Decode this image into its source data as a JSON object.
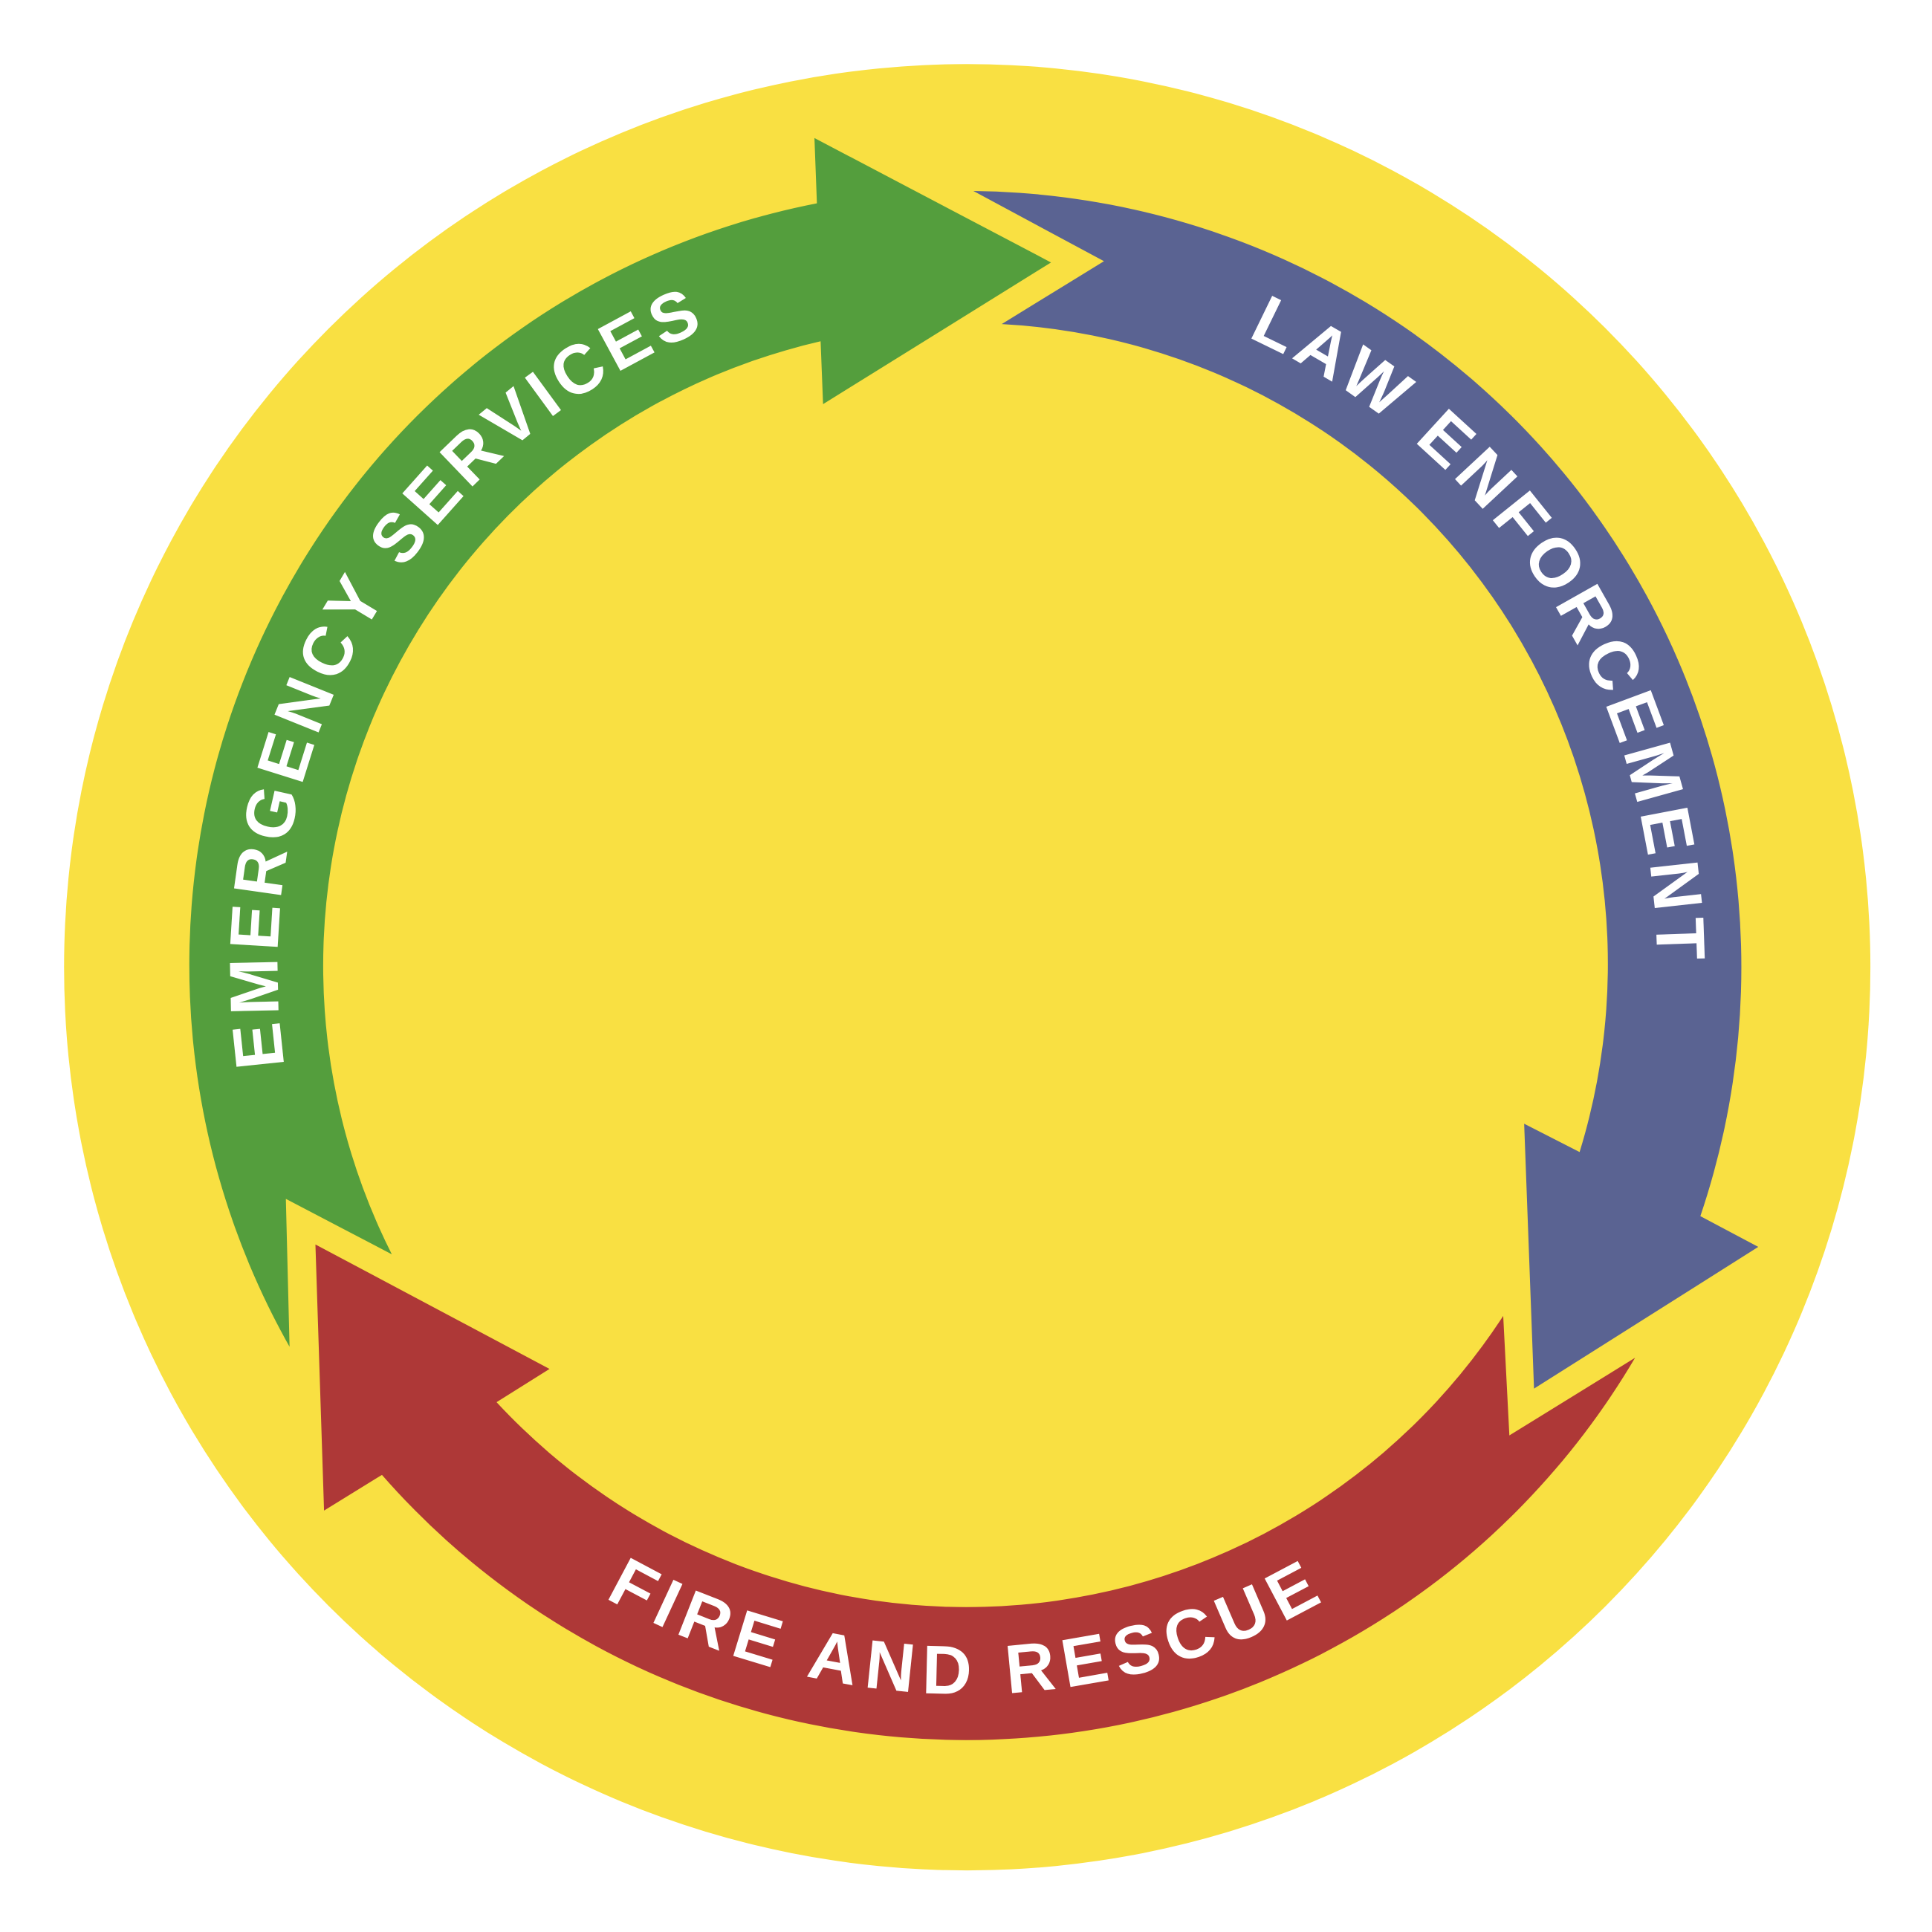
{
  "diagram": {
    "type": "cycle",
    "background_color": "#F9E042",
    "segments": [
      {
        "label": "EMERGENCY SERVICES",
        "color": "#549E3D"
      },
      {
        "label": "LAW ENFORCEMENT",
        "color": "#5A6392"
      },
      {
        "label": "FIRE AND RESCUE",
        "color": "#AE3837"
      }
    ]
  }
}
